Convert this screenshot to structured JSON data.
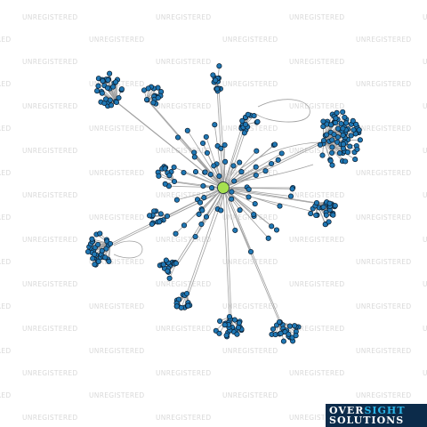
{
  "watermark": {
    "text": "UNREGISTERED"
  },
  "logo": {
    "word1": "OVER",
    "word2": "SIGHT",
    "word3": "SOLUTIONS"
  },
  "colors": {
    "node_fill": "#1f77b4",
    "node_stroke": "#0b1a2a",
    "center_fill": "#a6e050",
    "edge": "#a0a0a0",
    "watermark": "#d9d9d9",
    "logo_bg": "#0c2b4a",
    "logo_accent": "#29b6e8"
  },
  "graph": {
    "center_node": {
      "id": "center"
    },
    "clusters": [
      {
        "name": "cluster-top-left",
        "node_count": 30
      },
      {
        "name": "cluster-upper-left",
        "node_count": 16
      },
      {
        "name": "cluster-top",
        "node_count": 12
      },
      {
        "name": "cluster-upper-mid",
        "node_count": 14
      },
      {
        "name": "cluster-right-large",
        "node_count": 75
      },
      {
        "name": "cluster-right-lower",
        "node_count": 26
      },
      {
        "name": "cluster-left",
        "node_count": 32
      },
      {
        "name": "cluster-left-lower",
        "node_count": 16
      },
      {
        "name": "cluster-lower-left",
        "node_count": 14
      },
      {
        "name": "cluster-bottom-center",
        "node_count": 24
      },
      {
        "name": "cluster-bottom-right",
        "node_count": 24
      },
      {
        "name": "cluster-mid-left",
        "node_count": 12
      },
      {
        "name": "cluster-left-small",
        "node_count": 10
      }
    ],
    "inner_node_count": 70
  }
}
